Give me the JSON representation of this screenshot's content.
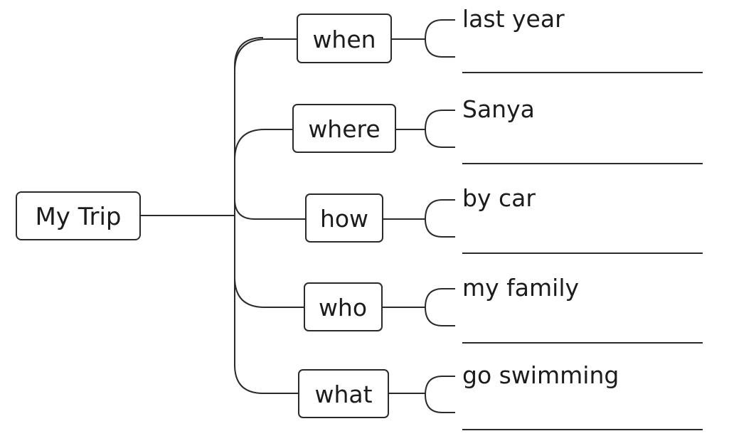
{
  "root": {
    "label": "My Trip"
  },
  "branches": [
    {
      "question": "when",
      "answer": "last year"
    },
    {
      "question": "where",
      "answer": "Sanya"
    },
    {
      "question": "how",
      "answer": "by car"
    },
    {
      "question": "who",
      "answer": "my family"
    },
    {
      "question": "what",
      "answer": "go swimming"
    }
  ]
}
